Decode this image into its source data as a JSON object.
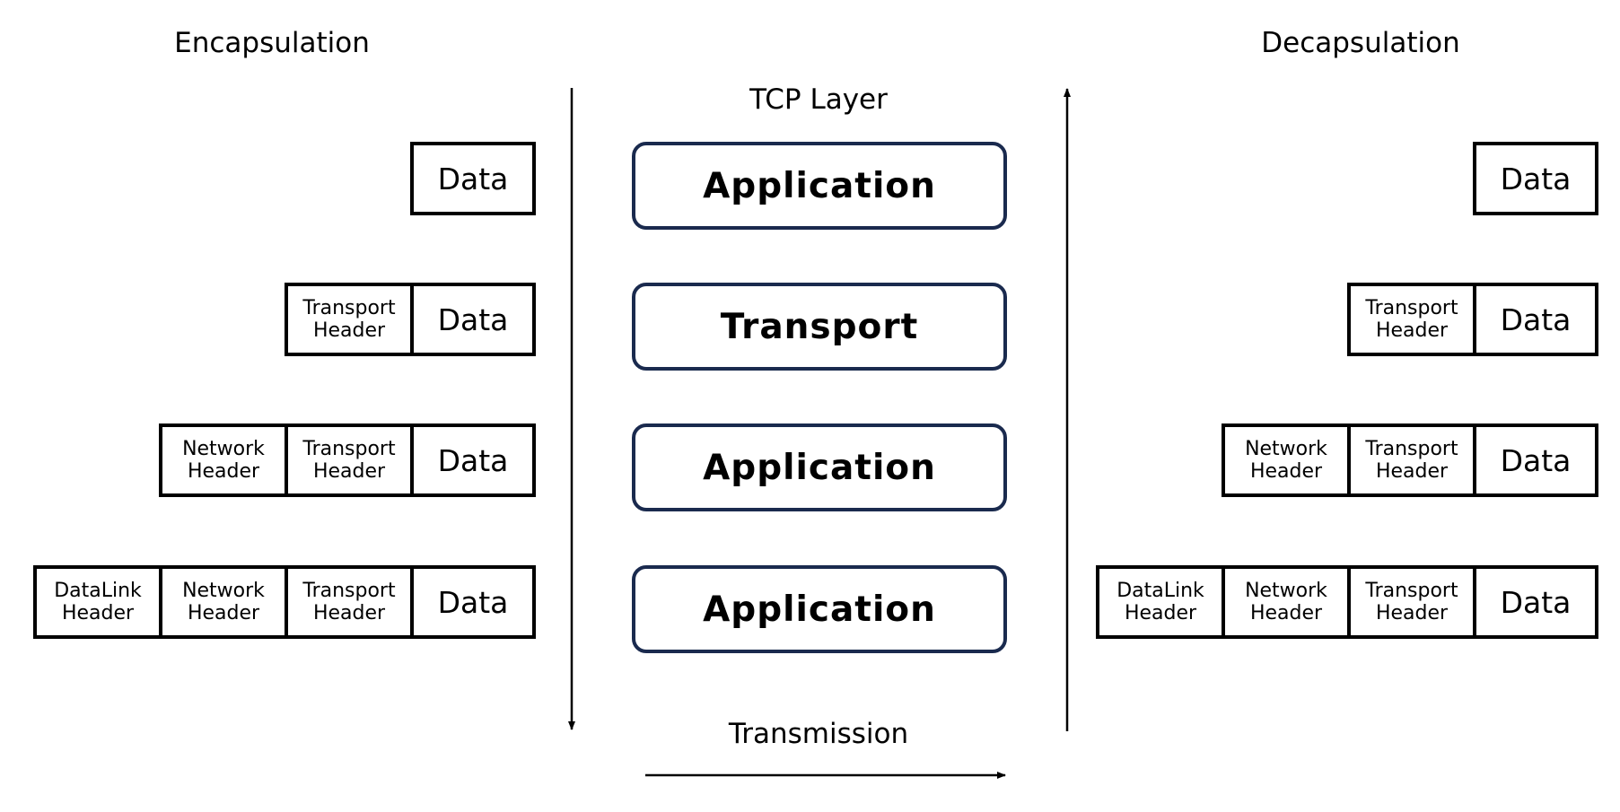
{
  "titles": {
    "encapsulation": "Encapsulation",
    "decapsulation": "Decapsulation",
    "tcp_layer": "TCP Layer",
    "transmission": "Transmission"
  },
  "layers": [
    {
      "label": "Application"
    },
    {
      "label": "Transport"
    },
    {
      "label": "Application"
    },
    {
      "label": "Application"
    }
  ],
  "packet_rows": [
    {
      "cells": [
        {
          "kind": "data",
          "lines": [
            "Data"
          ]
        }
      ]
    },
    {
      "cells": [
        {
          "kind": "header",
          "lines": [
            "Transport",
            "Header"
          ]
        },
        {
          "kind": "data",
          "lines": [
            "Data"
          ]
        }
      ]
    },
    {
      "cells": [
        {
          "kind": "header",
          "lines": [
            "Network",
            "Header"
          ]
        },
        {
          "kind": "header",
          "lines": [
            "Transport",
            "Header"
          ]
        },
        {
          "kind": "data",
          "lines": [
            "Data"
          ]
        }
      ]
    },
    {
      "cells": [
        {
          "kind": "header",
          "lines": [
            "DataLink",
            "Header"
          ]
        },
        {
          "kind": "header",
          "lines": [
            "Network",
            "Header"
          ]
        },
        {
          "kind": "header",
          "lines": [
            "Transport",
            "Header"
          ]
        },
        {
          "kind": "data",
          "lines": [
            "Data"
          ]
        }
      ]
    }
  ],
  "colors": {
    "layer_border": "#1a2a4e",
    "stroke": "#000000"
  }
}
